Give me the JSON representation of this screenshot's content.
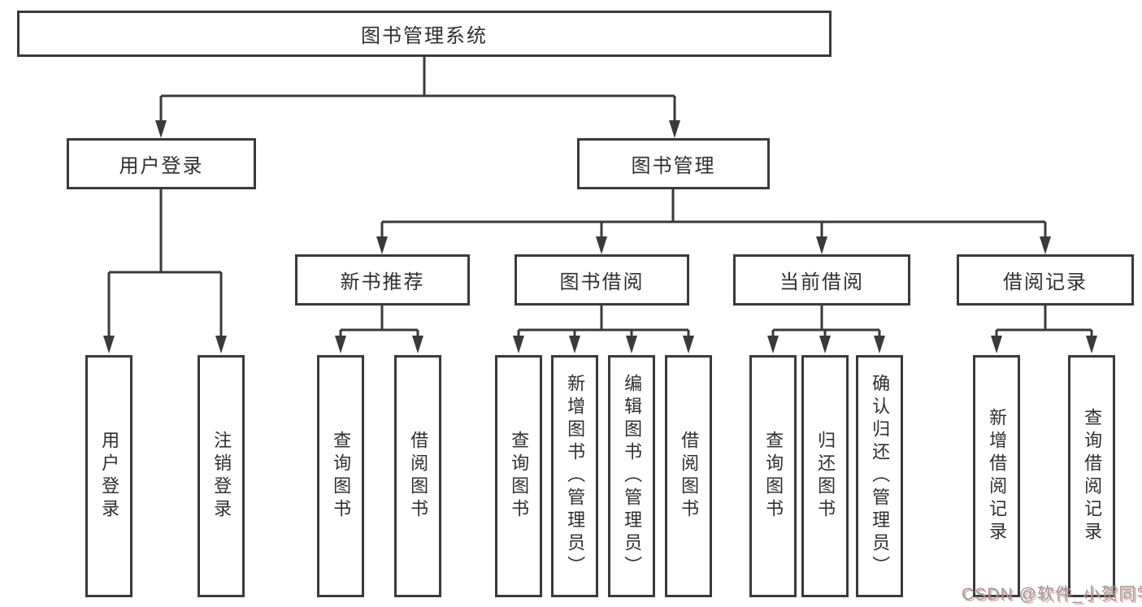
{
  "tree": {
    "root": {
      "label": "图书管理系统"
    },
    "level2": [
      {
        "label": "用户登录"
      },
      {
        "label": "图书管理"
      }
    ],
    "level3": [
      {
        "label": "新书推荐",
        "parent": "图书管理"
      },
      {
        "label": "图书借阅",
        "parent": "图书管理"
      },
      {
        "label": "当前借阅",
        "parent": "图书管理"
      },
      {
        "label": "借阅记录",
        "parent": "图书管理"
      }
    ],
    "leaves": [
      {
        "label": "用户登录",
        "parent": "用户登录"
      },
      {
        "label": "注销登录",
        "parent": "用户登录"
      },
      {
        "label": "查询图书",
        "parent": "新书推荐"
      },
      {
        "label": "借阅图书",
        "parent": "新书推荐"
      },
      {
        "label": "查询图书",
        "parent": "图书借阅"
      },
      {
        "label": "新增图书（管理员）",
        "parent": "图书借阅"
      },
      {
        "label": "编辑图书（管理员）",
        "parent": "图书借阅"
      },
      {
        "label": "借阅图书",
        "parent": "图书借阅"
      },
      {
        "label": "查询图书",
        "parent": "当前借阅"
      },
      {
        "label": "归还图书",
        "parent": "当前借阅"
      },
      {
        "label": "确认归还（管理员）",
        "parent": "当前借阅"
      },
      {
        "label": "新增借阅记录",
        "parent": "借阅记录"
      },
      {
        "label": "查询借阅记录",
        "parent": "借阅记录"
      }
    ]
  },
  "watermark": {
    "text": "CSDN @软件_小贺同学"
  },
  "colors": {
    "line": "#3a3a3a",
    "box_border": "#3a3a3a",
    "box_fill": "#ffffff",
    "text": "#2f2f2f",
    "background": "#ffffff",
    "watermark_text": "#9b9b9b",
    "watermark_shadow": "#d26a62"
  }
}
